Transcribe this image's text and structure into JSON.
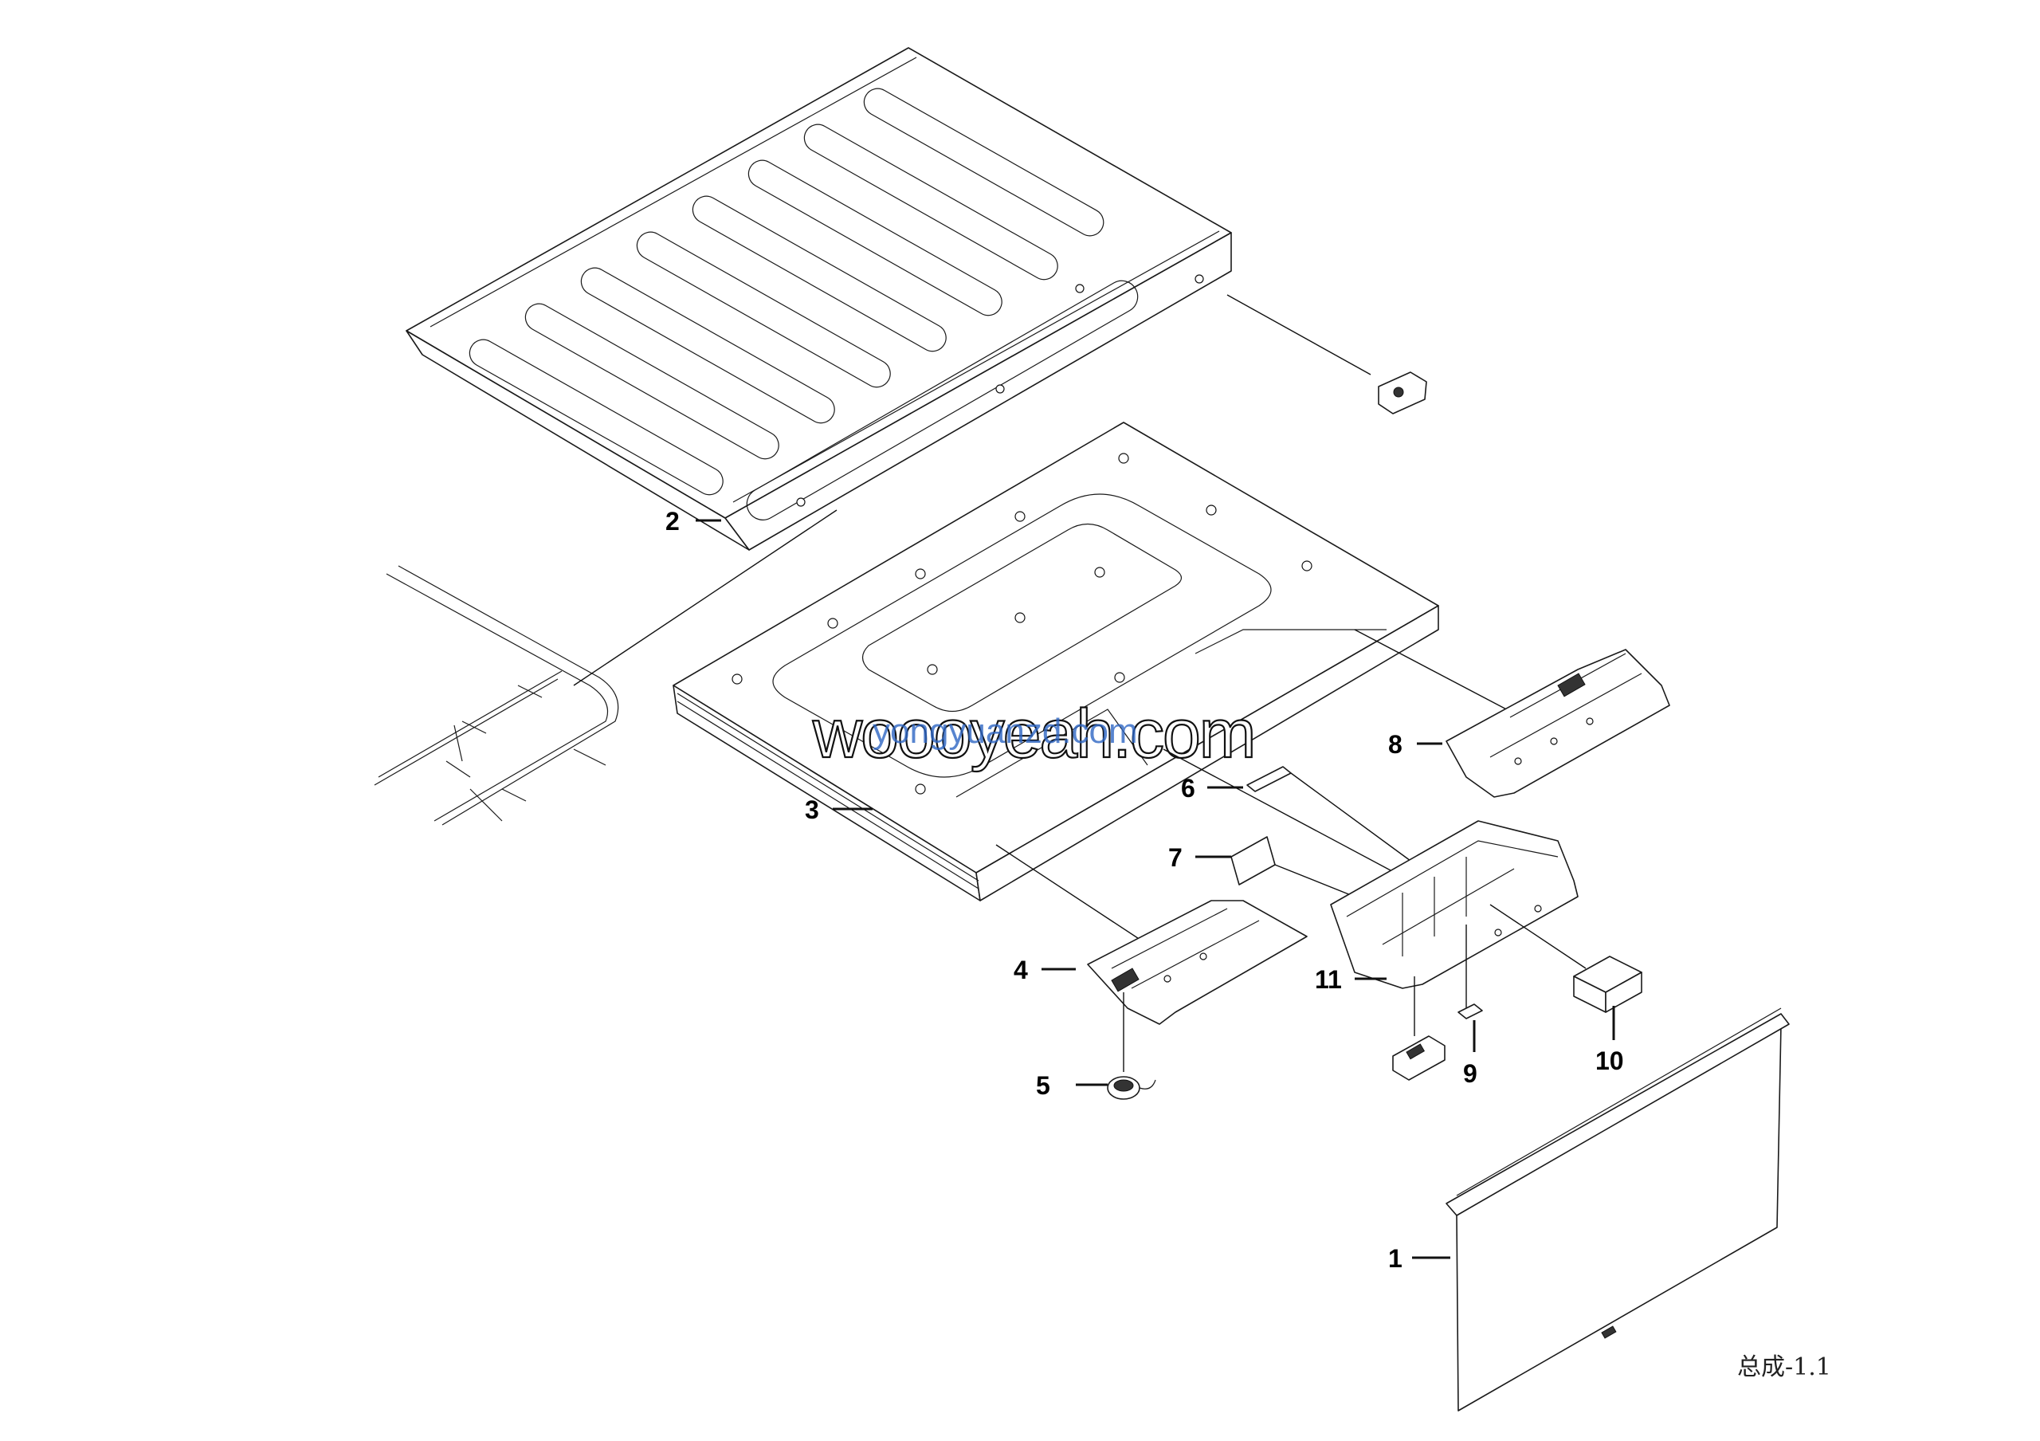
{
  "diagram": {
    "callouts": [
      {
        "id": "1",
        "label": "1"
      },
      {
        "id": "2",
        "label": "2"
      },
      {
        "id": "3",
        "label": "3"
      },
      {
        "id": "4",
        "label": "4"
      },
      {
        "id": "5",
        "label": "5"
      },
      {
        "id": "6",
        "label": "6"
      },
      {
        "id": "7",
        "label": "7"
      },
      {
        "id": "8",
        "label": "8"
      },
      {
        "id": "9",
        "label": "9"
      },
      {
        "id": "10",
        "label": "10"
      },
      {
        "id": "11",
        "label": "11"
      }
    ],
    "caption": "总成-1.1"
  },
  "watermark": {
    "text_main": "woooyeah.com",
    "text_overlay": "yongyuanzd.com",
    "overlay_color": "#2e66c4"
  }
}
